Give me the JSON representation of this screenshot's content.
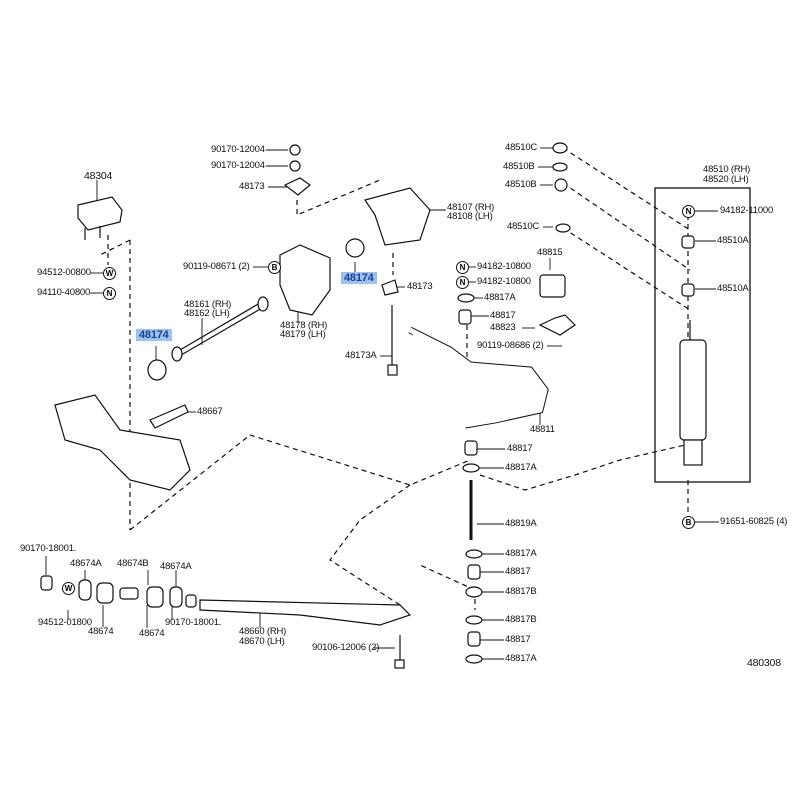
{
  "diagram_id": "480308",
  "callouts": {
    "c1": "90170-12004",
    "c2": "90170-12004",
    "c3": "48173",
    "c4": "48304",
    "c5": "94512-00800",
    "c6": "94110-40800",
    "c7": "90119-08671 (2)",
    "c8a": "48161 (RH)",
    "c8b": "48162 (LH)",
    "c9": "48174",
    "c10": "48174",
    "c11a": "48178 (RH)",
    "c11b": "48179 (LH)",
    "c12": "48173",
    "c13": "48173A",
    "c14a": "48107 (RH)",
    "c14b": "48108 (LH)",
    "c15": "48667",
    "c16": "48510C",
    "c17": "48510B",
    "c18": "48510B",
    "c19": "48510C",
    "c20a": "48510 (RH)",
    "c20b": "48520 (LH)",
    "c21": "94182-11000",
    "c22": "48510A",
    "c23": "48510A",
    "c24": "48815",
    "c25": "94182-10800",
    "c26": "94182-10800",
    "c27": "48817A",
    "c28": "48817",
    "c29": "48823",
    "c30": "90119-08686 (2)",
    "c31": "48811",
    "c32": "48817",
    "c33": "48817A",
    "c34": "48819A",
    "c35": "48817A",
    "c36": "48817",
    "c37": "48817B",
    "c38": "48817B",
    "c39": "48817",
    "c40": "48817A",
    "c41": "91651-60825 (4)",
    "c43": "90170-18001.",
    "c44": "48674A",
    "c45": "48674B",
    "c46": "48674A",
    "c47": "94512-01800",
    "c48": "48674",
    "c49": "48674",
    "c50": "90170-18001.",
    "c51a": "48660 (RH)",
    "c51b": "48670 (LH)",
    "c52": "90106-12006 (2)"
  },
  "symbols": {
    "w": "W",
    "n": "N",
    "b": "B"
  },
  "highlight_color": "#9cc3ef"
}
